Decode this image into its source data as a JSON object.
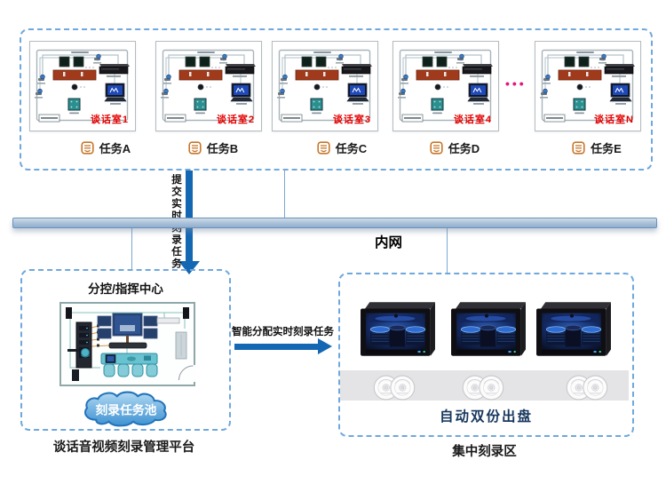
{
  "rooms_section": {
    "rooms": [
      {
        "name": "谈话室1",
        "task": "任务A"
      },
      {
        "name": "谈话室2",
        "task": "任务B"
      },
      {
        "name": "谈话室3",
        "task": "任务C"
      },
      {
        "name": "谈话室4",
        "task": "任务D"
      },
      {
        "name": "谈话室N",
        "task": "任务E"
      }
    ],
    "ellipsis": "•••"
  },
  "network": {
    "label": "内网"
  },
  "arrows": {
    "submit_label": "提交实时刻录任务",
    "dispatch_label": "智能分配实时刻录任务"
  },
  "control_center": {
    "title": "分控/指挥中心",
    "task_pool": "刻录任务池",
    "caption": "谈话音视频刻录管理平台"
  },
  "burn_area": {
    "banner": "自动双份出盘",
    "caption": "集中刻录区"
  },
  "colors": {
    "dashed_border": "#6FA8DC",
    "arrow_blue": "#1467B3",
    "room_label_red": "#E60000",
    "ellipsis_pink": "#E3157E",
    "banner_navy": "#17375E",
    "task_icon_orange": "#C8762A"
  }
}
